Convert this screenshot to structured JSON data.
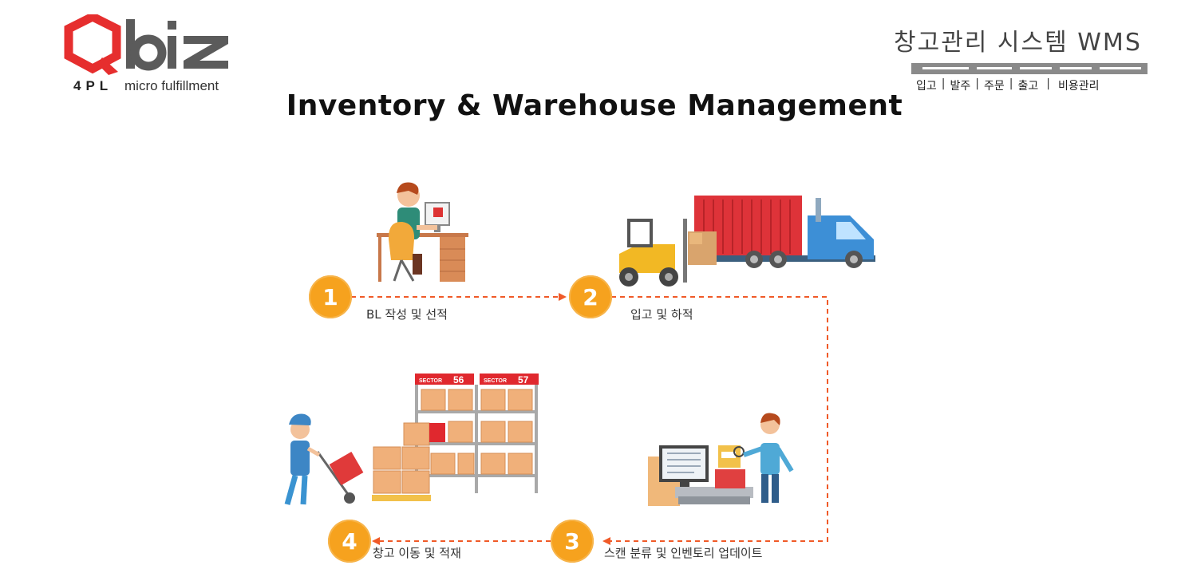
{
  "brand": {
    "logo_text": "Qbiz",
    "tag_left": "4PL",
    "tag_right": "micro fulfillment",
    "colors": {
      "red": "#e62e2e",
      "gray": "#5b5b5b"
    }
  },
  "header": {
    "system_title": "창고관리 시스템 WMS",
    "menu": [
      "입고",
      "발주",
      "주문",
      "출고",
      "비용관리"
    ]
  },
  "title": "Inventory & Warehouse Management",
  "steps": [
    {
      "number": "1",
      "label": "BL 작성 및 선적",
      "icon": "office-worker-icon"
    },
    {
      "number": "2",
      "label": "입고 및 하적",
      "icon": "truck-forklift-icon"
    },
    {
      "number": "3",
      "label": "스캔 분류 및 인벤토리 업데이트",
      "icon": "scan-station-icon"
    },
    {
      "number": "4",
      "label": "창고 이동 및 적재",
      "icon": "warehouse-shelf-icon"
    }
  ],
  "shelf_signs": [
    "SECTOR 56",
    "SECTOR 57"
  ],
  "accent": "#f6a21e",
  "arrow_color": "#f05a28"
}
